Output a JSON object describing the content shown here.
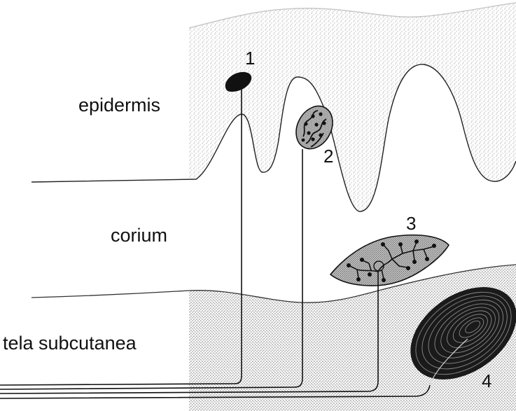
{
  "layers": {
    "epidermis": "epidermis",
    "corium": "corium",
    "subcutanea": "tela subcutanea"
  },
  "receptors": {
    "r1": "1",
    "r2": "2",
    "r3": "3",
    "r4": "4"
  },
  "colors": {
    "ink": "#111111",
    "stipple": "#6a6a6a",
    "receptor_fill": "#b9b9b9",
    "dark_body": "#1a1a1a"
  }
}
